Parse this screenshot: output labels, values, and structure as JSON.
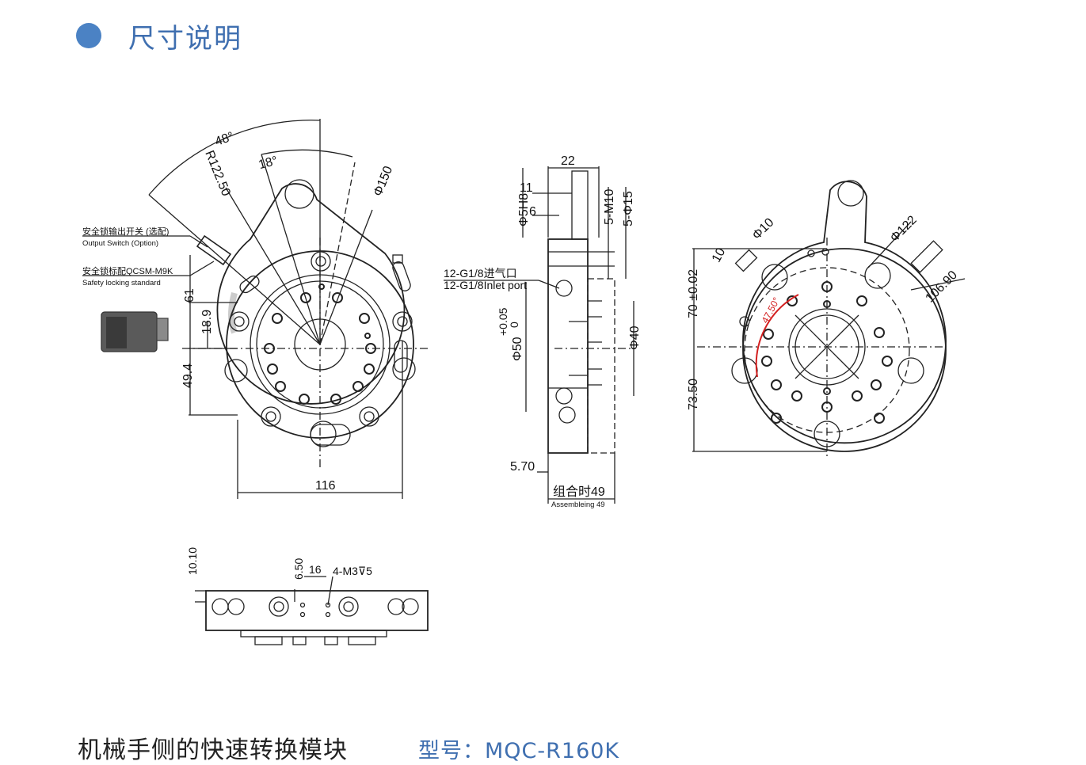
{
  "header": {
    "title": "尺寸说明",
    "bullet_color": "#4b82c4",
    "title_color": "#3f6fb0"
  },
  "drawing": {
    "labels": {
      "angle_48": "48°",
      "angle_18": "18°",
      "radius": "R122.50",
      "dia150": "Φ150",
      "switch_cn": "安全锁输出开关 (选配)",
      "switch_en": "Output Switch (Option)",
      "lock_cn": "安全锁标配QCSM-M9K",
      "lock_en": "Safety locking standard",
      "d61": "61",
      "d18_9": "18.9",
      "d49_4": "49.4",
      "d116": "116",
      "d22": "22",
      "d11": "11",
      "d6": "6",
      "dia5h8": "Φ5H8",
      "m10": "5-M10",
      "dia15": "5-Φ15",
      "inlet_cn": "12-G1/8进气口",
      "inlet_en": "12-G1/8Inlet port",
      "tol": "+0.05",
      "tol0": "0",
      "dia50": "Φ50",
      "dia40": "Φ40",
      "d5_70": "5.70",
      "assy_cn": "组合时49",
      "assy_en": "Assembleing 49",
      "dia10": "Φ10",
      "d10": "10",
      "dia122": "Φ122",
      "d106_90": "106.90",
      "d70": "70 ±0.02",
      "d73_50": "73.50",
      "angle_47_5": "47.50°",
      "d10_10": "10.10",
      "d6_50": "6.50",
      "d16": "16",
      "m3": "4-M3⊽5"
    }
  },
  "footer": {
    "product_name": "机械手侧的快速转换模块",
    "model_label": "型号：MQC-R160K",
    "model_color": "#3f6fb0"
  }
}
